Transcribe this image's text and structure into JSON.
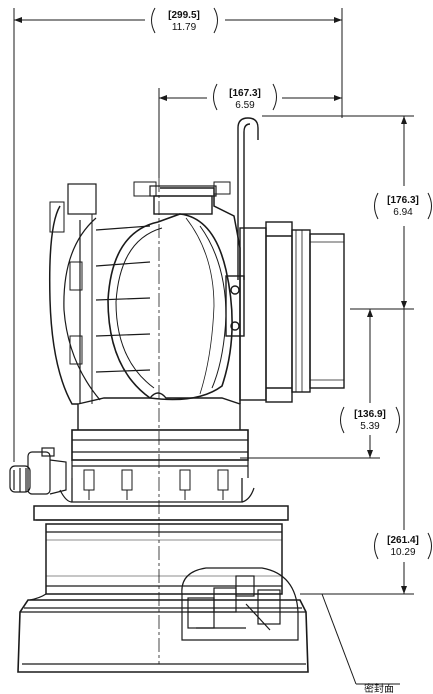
{
  "dimensions": {
    "overall_width": {
      "mm": "[299.5]",
      "inch": "11.79"
    },
    "offset_width": {
      "mm": "[167.3]",
      "inch": "6.59"
    },
    "upper_height": {
      "mm": "[176.3]",
      "inch": "6.94"
    },
    "middle_height": {
      "mm": "[136.9]",
      "inch": "5.39"
    },
    "lower_height": {
      "mm": "[261.4]",
      "inch": "10.29"
    }
  },
  "callout": {
    "seal_face_label": "密封面"
  },
  "colors": {
    "line": "#1a1a1a",
    "background": "#ffffff"
  }
}
